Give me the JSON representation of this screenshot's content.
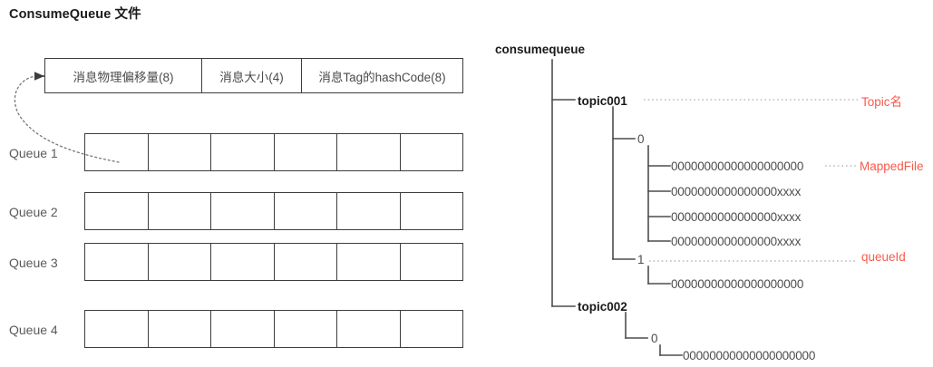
{
  "left": {
    "title": "ConsumeQueue 文件",
    "header_cells": [
      "消息物理偏移量(8)",
      "消息大小(4)",
      "消息Tag的hashCode(8)"
    ],
    "queues": [
      {
        "label": "Queue 1",
        "cells": 6
      },
      {
        "label": "Queue 2",
        "cells": 6
      },
      {
        "label": "Queue 3",
        "cells": 6
      },
      {
        "label": "Queue 4",
        "cells": 6
      }
    ]
  },
  "tree": {
    "root": "consumequeue",
    "nodes": {
      "topic001": "topic001",
      "topic001_q0": "0",
      "topic001_q1": "1",
      "topic002": "topic002",
      "topic002_q0": "0",
      "file_a": "00000000000000000000",
      "file_b": "0000000000000000xxxx",
      "file_c": "0000000000000000xxxx",
      "file_d": "0000000000000000xxxx",
      "file_e": "00000000000000000000",
      "file_f": "00000000000000000000"
    }
  },
  "annotations": {
    "topic_name": "Topic名",
    "mapped_file": "MappedFile",
    "queue_id": "queueId"
  },
  "colors": {
    "annotation_red": "#fa5a4b",
    "line": "#3d3d3d",
    "text": "#595959",
    "title": "#1a1a1a"
  }
}
